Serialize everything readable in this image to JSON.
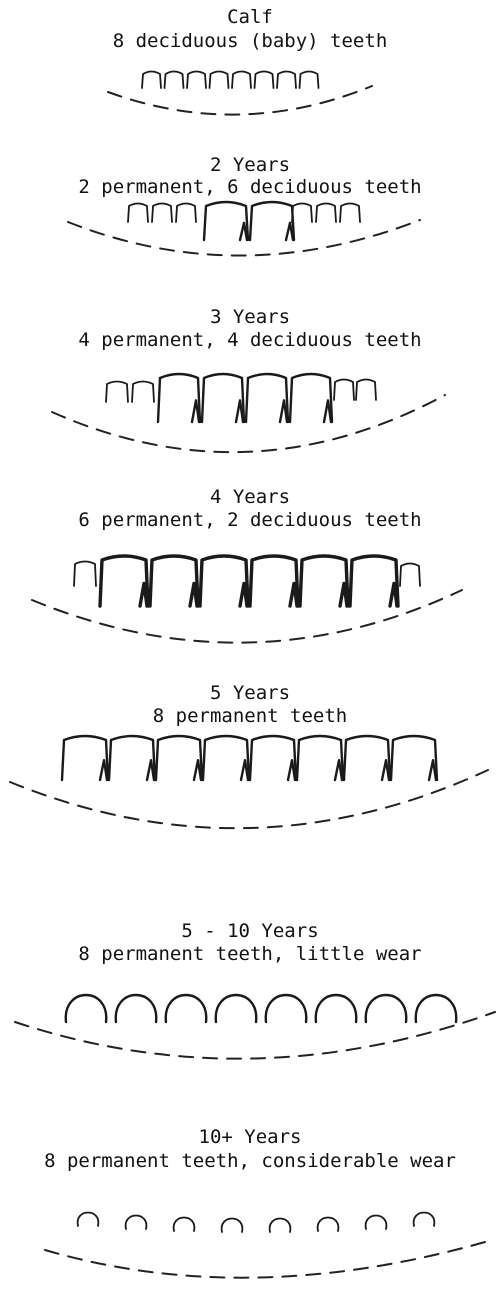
{
  "stages": [
    {
      "id": "calf",
      "age": "Calf",
      "desc": "8 deciduous (baby) teeth",
      "permanent": 0,
      "deciduous": 8,
      "wear": "none"
    },
    {
      "id": "2y",
      "age": "2 Years",
      "desc": "2 permanent, 6 deciduous teeth",
      "permanent": 2,
      "deciduous": 6,
      "wear": "none"
    },
    {
      "id": "3y",
      "age": "3 Years",
      "desc": "4 permanent, 4 deciduous teeth",
      "permanent": 4,
      "deciduous": 4,
      "wear": "none"
    },
    {
      "id": "4y",
      "age": "4 Years",
      "desc": "6 permanent, 2 deciduous teeth",
      "permanent": 6,
      "deciduous": 2,
      "wear": "none"
    },
    {
      "id": "5y",
      "age": "5 Years",
      "desc": "8 permanent teeth",
      "permanent": 8,
      "deciduous": 0,
      "wear": "none"
    },
    {
      "id": "5-10y",
      "age": "5 - 10 Years",
      "desc": "8 permanent teeth, little wear",
      "permanent": 8,
      "deciduous": 0,
      "wear": "little"
    },
    {
      "id": "10plus",
      "age": "10+ Years",
      "desc": "8 permanent teeth, considerable wear",
      "permanent": 8,
      "deciduous": 0,
      "wear": "considerable"
    }
  ]
}
